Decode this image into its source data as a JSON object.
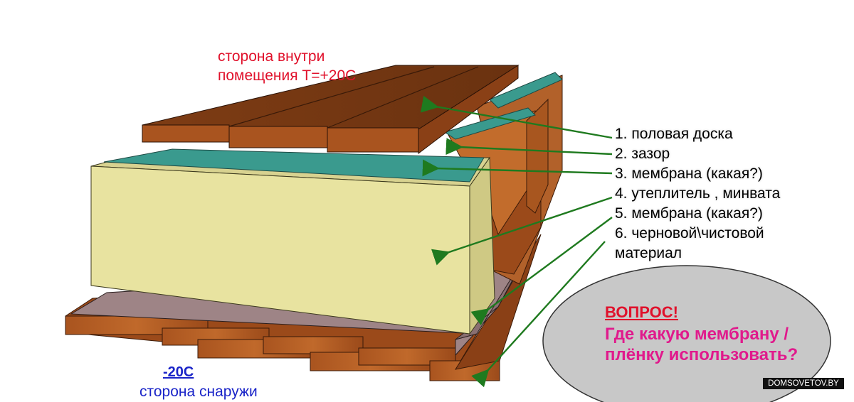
{
  "layers": [
    {
      "label": "1. половая доска"
    },
    {
      "label": "2. зазор"
    },
    {
      "label": "3. мембрана (какая?)"
    },
    {
      "label": "4. утеплитель , минвата"
    },
    {
      "label": "5. мембрана (какая?)"
    },
    {
      "label": "6. черновой\\чистовой",
      "label2": "материал"
    }
  ],
  "inside": {
    "line1": "сторона внутри",
    "line2": "помещения Т=+20С"
  },
  "outside": {
    "temp": "-20С",
    "side": "сторона снаружи"
  },
  "question": {
    "title": "ВОПРОС!",
    "text": "Где какую мембрану /плёнку использовать?"
  },
  "watermark": "DOMSOVETOV.BY",
  "colors": {
    "wood": "#9a4a1c",
    "floorboard": "#7a3a12",
    "membrane_top": "#3a9a8e",
    "insulation": "#e8e3a0",
    "membrane_bottom": "#9e8486",
    "arrow": "#1f7a1f",
    "inside_text": "#e0112b",
    "outside_text": "#1a24c8",
    "question_text": "#e01a8c",
    "ellipse": "#c8c8c8"
  }
}
